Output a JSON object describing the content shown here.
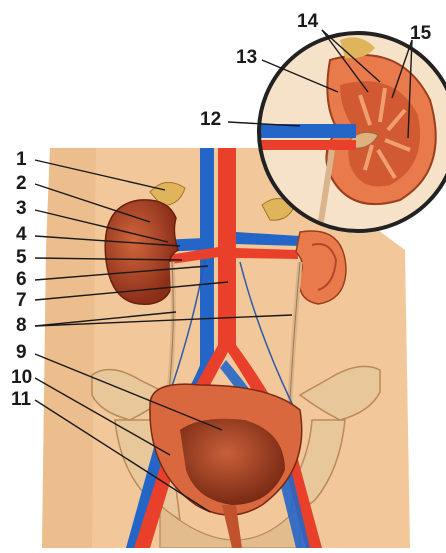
{
  "labels": {
    "n1": "1",
    "n2": "2",
    "n3": "3",
    "n4": "4",
    "n5": "5",
    "n6": "6",
    "n7": "7",
    "n8": "8",
    "n9": "9",
    "n10": "10",
    "n11": "11",
    "n12": "12",
    "n13": "13",
    "n14": "14",
    "n15": "15"
  },
  "colors": {
    "background": "#ffffff",
    "skin": "#f2c89a",
    "artery": "#e8402a",
    "vein": "#2466c8",
    "kidney": "#b8452a",
    "kidney_cortex": "#e87a4c",
    "bladder": "#c0532e",
    "ureter": "#d9b48c",
    "bone": "#e8c79a",
    "leader_line": "#1a1a1a"
  }
}
